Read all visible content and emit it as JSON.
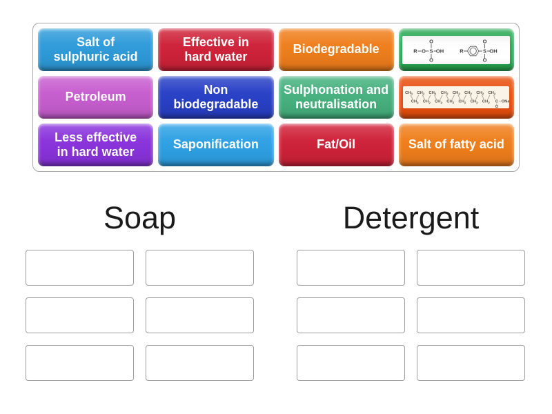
{
  "activity": {
    "type": "group-sort",
    "background": "#ffffff"
  },
  "tray": {
    "tiles": [
      {
        "id": "salt-of-sulphuric-acid",
        "type": "text",
        "label": "Salt of\nsulphuric acid",
        "color": "#2e9bd9"
      },
      {
        "id": "effective-in-hard-water",
        "type": "text",
        "label": "Effective in\nhard water",
        "color": "#cf2239"
      },
      {
        "id": "biodegradable",
        "type": "text",
        "label": "Biodegradable",
        "color": "#ef7e1c"
      },
      {
        "id": "detergent-structure-image",
        "type": "image",
        "color": "#27a852",
        "image": "sulphonic-acid-structures",
        "letters": {
          "r": "R",
          "o": "O",
          "s": "S",
          "oh": "OH"
        }
      },
      {
        "id": "petroleum",
        "type": "text",
        "label": "Petroleum",
        "color": "#c75ecf"
      },
      {
        "id": "non-biodegradable",
        "type": "text",
        "label": "Non\nbiodegradable",
        "color": "#2840c6"
      },
      {
        "id": "sulphonation-and-neutralisation",
        "type": "text",
        "label": "Sulphonation and\nneutralisation",
        "color": "#46b17e"
      },
      {
        "id": "soap-structure-image",
        "type": "image",
        "color": "#e8500e",
        "image": "sodium-stearate-structure",
        "chain_top": [
          "CH3",
          "CH2",
          "CH2",
          "CH2",
          "CH2",
          "CH2",
          "CH2",
          "CH2"
        ],
        "chain_bottom": [
          "CH2",
          "CH2",
          "CH2",
          "CH2",
          "CH2",
          "CH2",
          "CH2"
        ],
        "end_group": {
          "c": "C",
          "ona": "ONa",
          "o": "O"
        }
      },
      {
        "id": "less-effective-in-hard-water",
        "type": "text",
        "label": "Less effective\nin hard water",
        "color": "#8a33dc"
      },
      {
        "id": "saponification",
        "type": "text",
        "label": "Saponification",
        "color": "#2ea1e4"
      },
      {
        "id": "fat-oil",
        "type": "text",
        "label": "Fat/Oil",
        "color": "#cf2239"
      },
      {
        "id": "salt-of-fatty-acid",
        "type": "text",
        "label": "Salt of fatty acid",
        "color": "#ef7e1c"
      }
    ]
  },
  "groups": [
    {
      "id": "soap",
      "title": "Soap",
      "slot_count": 6
    },
    {
      "id": "detergent",
      "title": "Detergent",
      "slot_count": 6
    }
  ]
}
